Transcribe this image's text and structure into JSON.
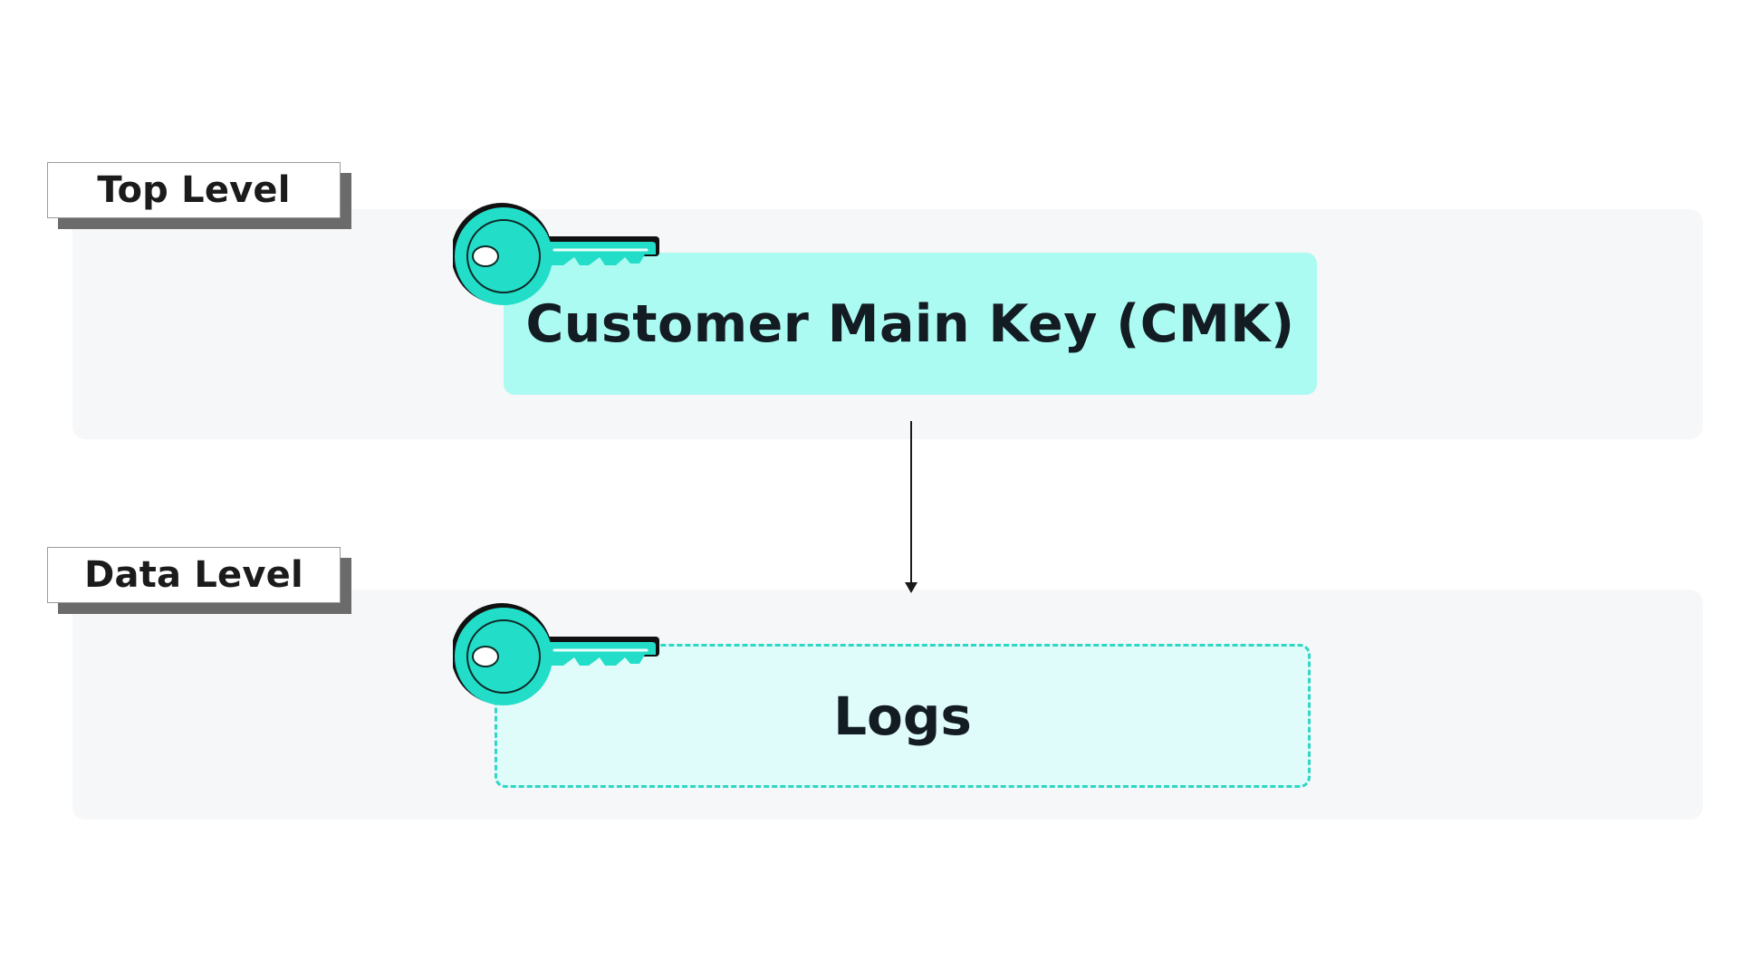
{
  "levels": {
    "top": {
      "label": "Top Level",
      "key_name": "Customer Main Key (CMK)"
    },
    "data": {
      "label": "Data Level",
      "key_name": "Logs"
    }
  },
  "colors": {
    "band_background": "#f6f7f9",
    "key_teal": "#22ddc8",
    "cmk_fill": "#acfbf2",
    "logs_fill": "#dffcfb",
    "logs_dashed_border": "#2ed6c3",
    "label_shadow": "#6b6b6b",
    "text_dark": "#131b23"
  },
  "icons": {
    "top_key": "key-icon",
    "data_key": "key-icon",
    "connector": "arrow-down"
  }
}
